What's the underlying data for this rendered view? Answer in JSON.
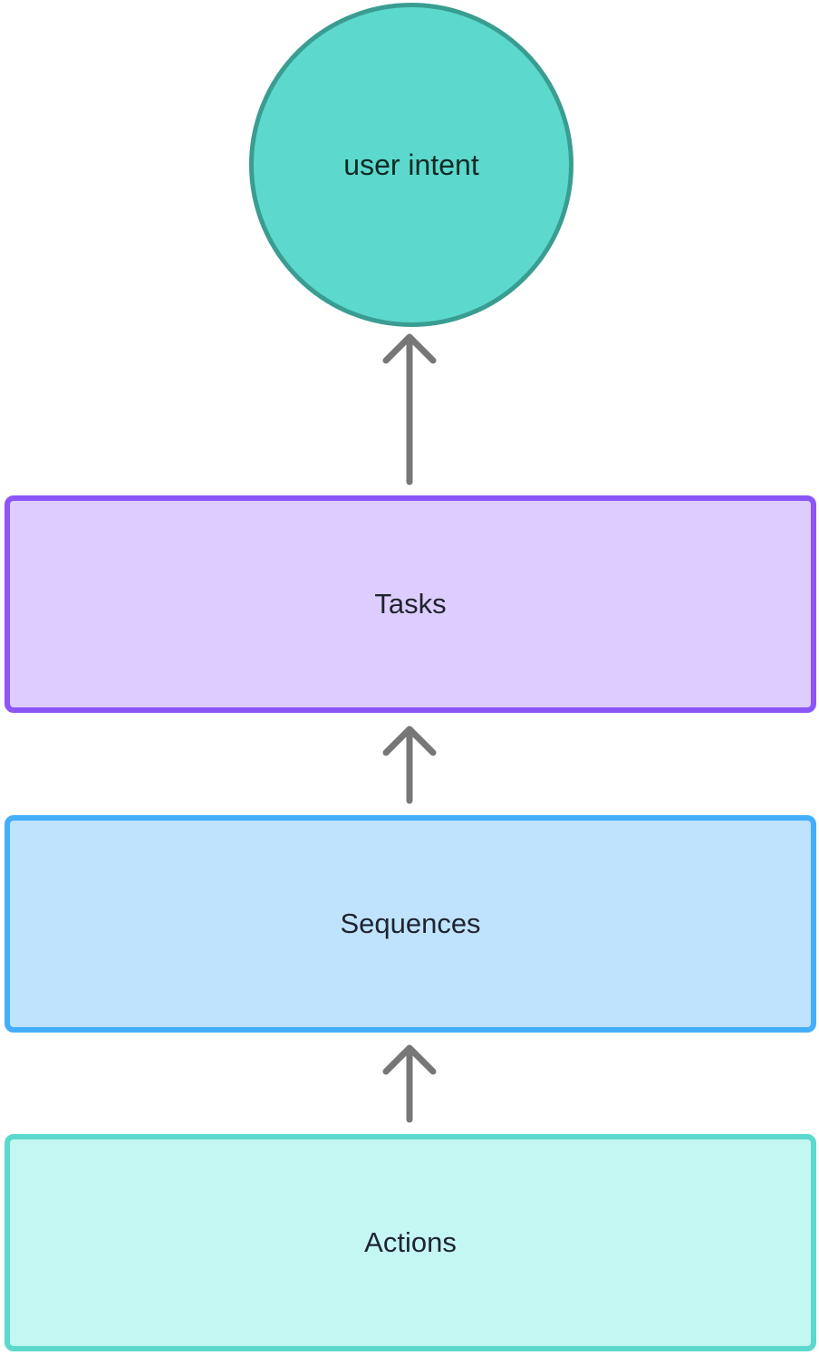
{
  "diagram": {
    "goal": {
      "label": "user intent",
      "fill": "#5cd9cc",
      "stroke": "#3a9d92"
    },
    "layers": [
      {
        "id": "tasks",
        "label": "Tasks",
        "fill": "#ddcdfe",
        "stroke": "#8c55f6"
      },
      {
        "id": "sequences",
        "label": "Sequences",
        "fill": "#c0e3fd",
        "stroke": "#45aefb"
      },
      {
        "id": "actions",
        "label": "Actions",
        "fill": "#c4f7f2",
        "stroke": "#5cd9cc"
      }
    ],
    "arrow_color": "#777777"
  }
}
